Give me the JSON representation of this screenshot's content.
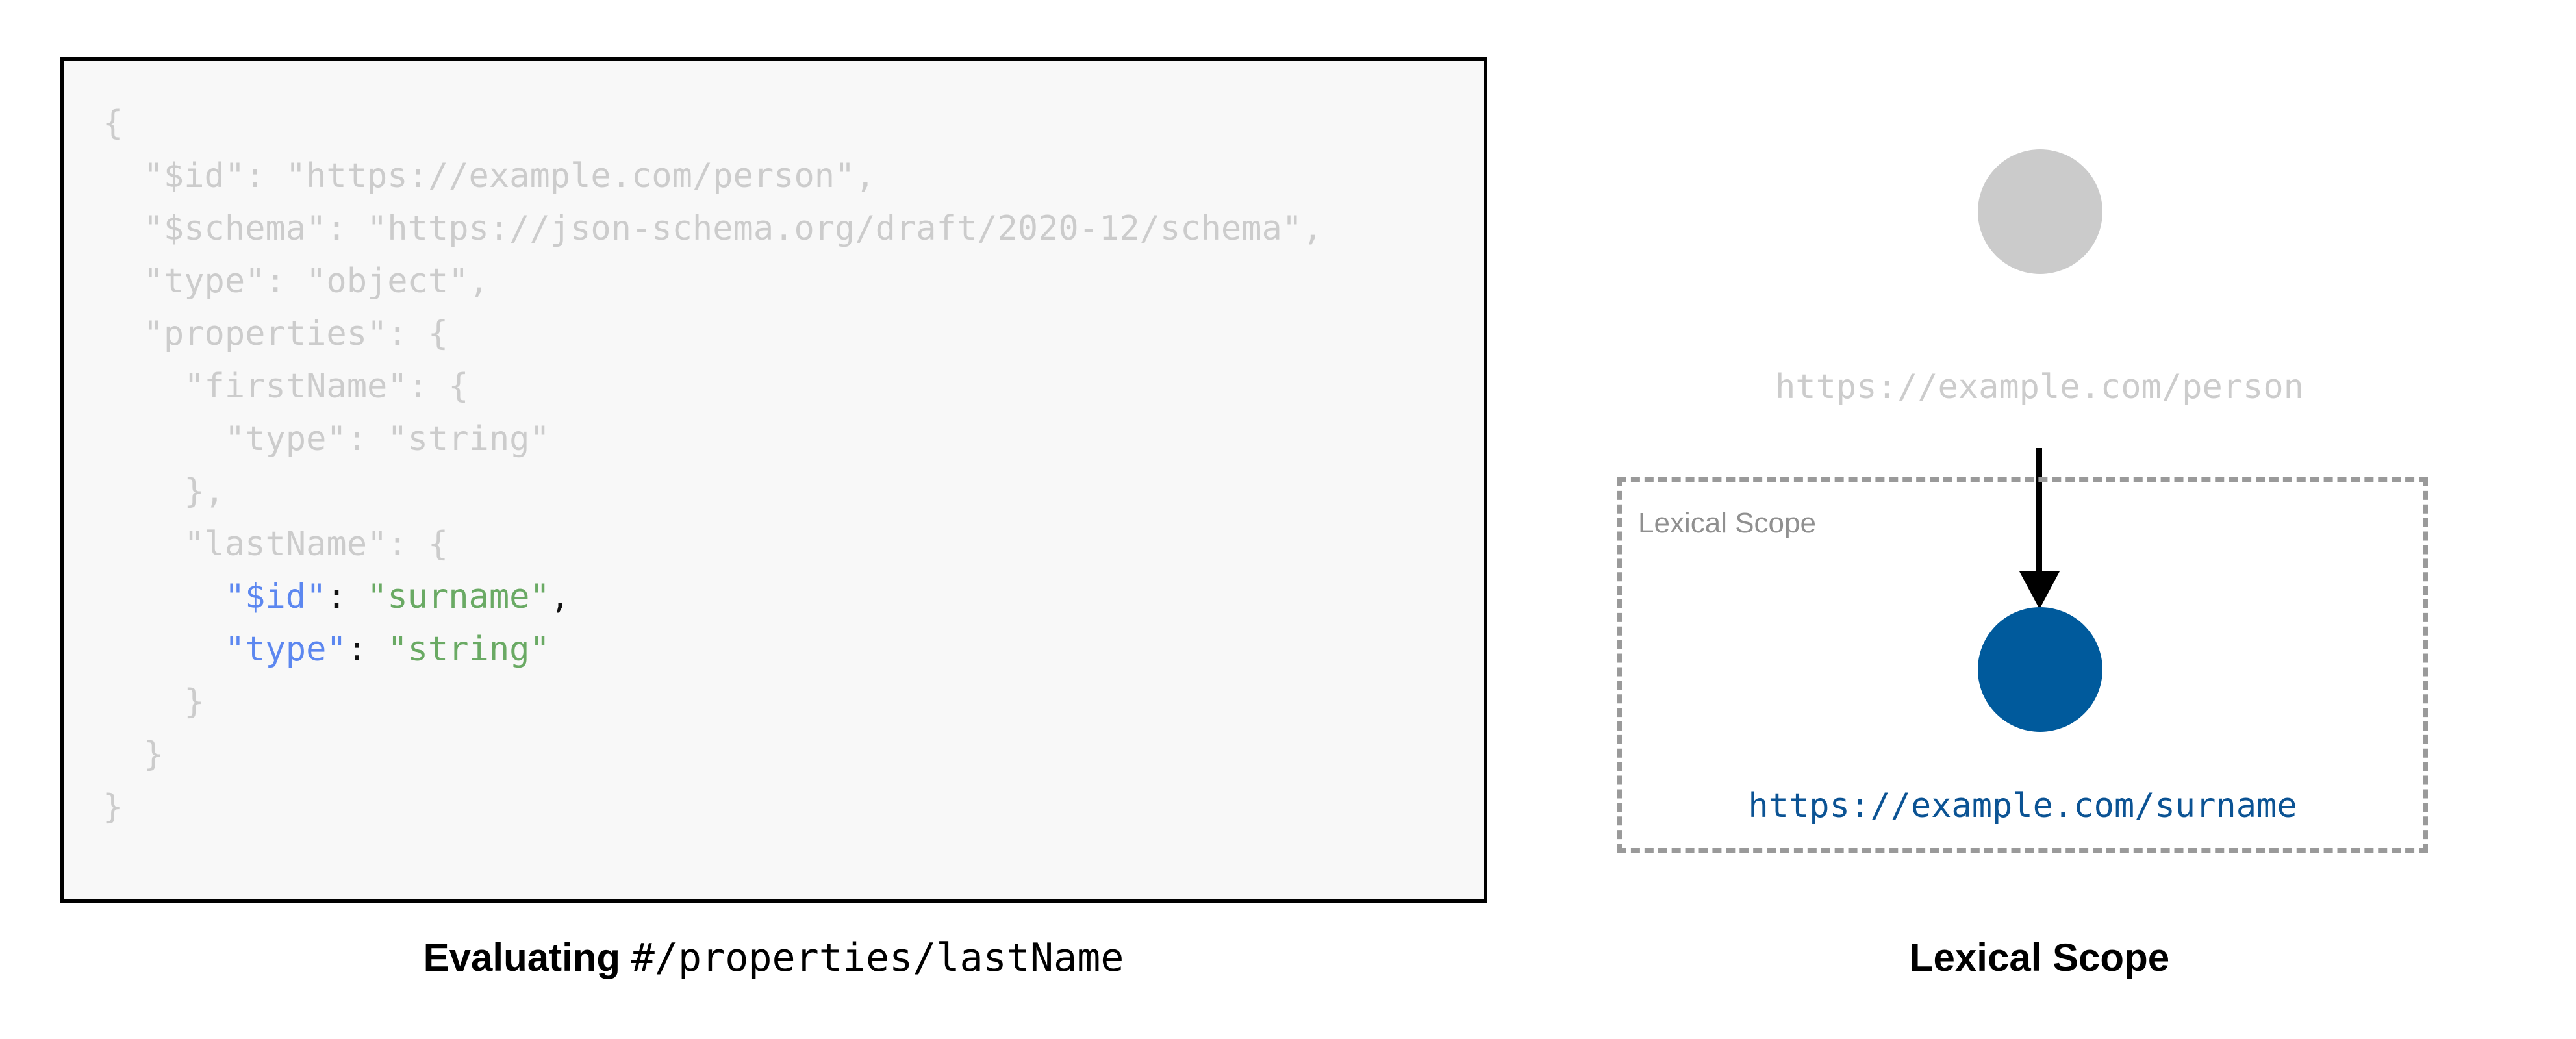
{
  "colors": {
    "code_background": "#F8F8F8",
    "code_border": "#000000",
    "code_dim_text": "#CCCCCC",
    "code_key_highlight": "#5C87F0",
    "code_value_highlight": "#6AAA64",
    "code_punct_highlight": "#111111",
    "outer_node_fill": "#CBCBCB",
    "outer_node_label": "#CCCCCC",
    "inner_node_fill": "#005A9C",
    "inner_node_label": "#0B5394",
    "scope_border": "#9A9A9A",
    "scope_label": "#909090",
    "arrow": "#000000",
    "page_background": "#FFFFFF"
  },
  "code_panel": {
    "language": "json",
    "lines": [
      {
        "indent": "",
        "segments": [
          {
            "text": "{",
            "style": "dim"
          }
        ]
      },
      {
        "indent": "  ",
        "segments": [
          {
            "text": "\"$id\": \"https://example.com/person\",",
            "style": "dim"
          }
        ]
      },
      {
        "indent": "  ",
        "segments": [
          {
            "text": "\"$schema\": \"https://json-schema.org/draft/2020-12/schema\",",
            "style": "dim"
          }
        ]
      },
      {
        "indent": "  ",
        "segments": [
          {
            "text": "\"type\": \"object\",",
            "style": "dim"
          }
        ]
      },
      {
        "indent": "  ",
        "segments": [
          {
            "text": "\"properties\": {",
            "style": "dim"
          }
        ]
      },
      {
        "indent": "    ",
        "segments": [
          {
            "text": "\"firstName\": {",
            "style": "dim"
          }
        ]
      },
      {
        "indent": "      ",
        "segments": [
          {
            "text": "\"type\": \"string\"",
            "style": "dim"
          }
        ]
      },
      {
        "indent": "    ",
        "segments": [
          {
            "text": "},",
            "style": "dim"
          }
        ]
      },
      {
        "indent": "    ",
        "segments": [
          {
            "text": "\"lastName\": {",
            "style": "dim"
          }
        ]
      },
      {
        "indent": "      ",
        "segments": [
          {
            "text": "\"$id\"",
            "style": "key"
          },
          {
            "text": ":",
            "style": "punct"
          },
          {
            "text": " ",
            "style": "punct"
          },
          {
            "text": "\"surname\"",
            "style": "val"
          },
          {
            "text": ",",
            "style": "punct"
          }
        ]
      },
      {
        "indent": "      ",
        "segments": [
          {
            "text": "\"type\"",
            "style": "key"
          },
          {
            "text": ":",
            "style": "punct"
          },
          {
            "text": " ",
            "style": "punct"
          },
          {
            "text": "\"string\"",
            "style": "val"
          }
        ]
      },
      {
        "indent": "    ",
        "segments": [
          {
            "text": "}",
            "style": "dim"
          }
        ]
      },
      {
        "indent": "  ",
        "segments": [
          {
            "text": "}",
            "style": "dim"
          }
        ]
      },
      {
        "indent": "",
        "segments": [
          {
            "text": "}",
            "style": "dim"
          }
        ]
      }
    ]
  },
  "captions": {
    "left_strong": "Evaluating",
    "left_mono": "#/properties/lastName",
    "right": "Lexical Scope"
  },
  "diagram": {
    "outer_node": {
      "shape": "circle",
      "label": "https://example.com/person"
    },
    "arrow": {
      "direction": "down",
      "from": "https://example.com/person",
      "to": "https://example.com/surname"
    },
    "scope": {
      "label": "Lexical Scope",
      "border_style": "dashed"
    },
    "inner_node": {
      "shape": "circle",
      "label": "https://example.com/surname"
    }
  }
}
